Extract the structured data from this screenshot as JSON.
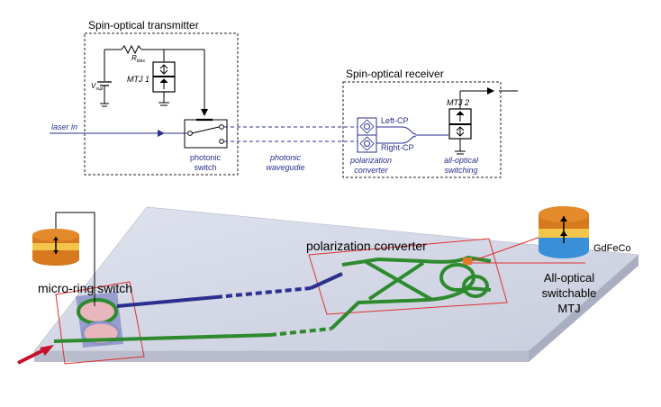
{
  "schematic": {
    "transmitter": {
      "title": "Spin-optical transmitter",
      "v_sup_main": "V",
      "v_sup_sub": "sup",
      "r_bias_main": "R",
      "r_bias_sub": "bias",
      "mtj_label": "MTJ 1",
      "laser_label": "laser in",
      "switch_label_1": "photonic",
      "switch_label_2": "switch"
    },
    "waveguide_label_1": "photonic",
    "waveguide_label_2": "wavegudie",
    "receiver": {
      "title": "Spin-optical receiver",
      "left_cp": "Left-CP",
      "right_cp": "Right-CP",
      "converter_label_1": "polarization",
      "converter_label_2": "converter",
      "mtj_label": "MTJ 2",
      "switching_label_1": "all-optical",
      "switching_label_2": "switching"
    }
  },
  "device": {
    "ring_switch_label": "micro-ring switch",
    "converter_label": "polarization converter",
    "material_label": "GdFeCo",
    "mtj_caption_1": "All-optical",
    "mtj_caption_2": "switchable",
    "mtj_caption_3": "MTJ"
  },
  "colors": {
    "waveguide_blue": "#2b2f8f",
    "waveguide_green": "#2e8a2e",
    "laser_arrow": "#c8102e",
    "chip": "#d9dce8",
    "dashed_box": "#222222",
    "red_outline": "#e03030"
  }
}
